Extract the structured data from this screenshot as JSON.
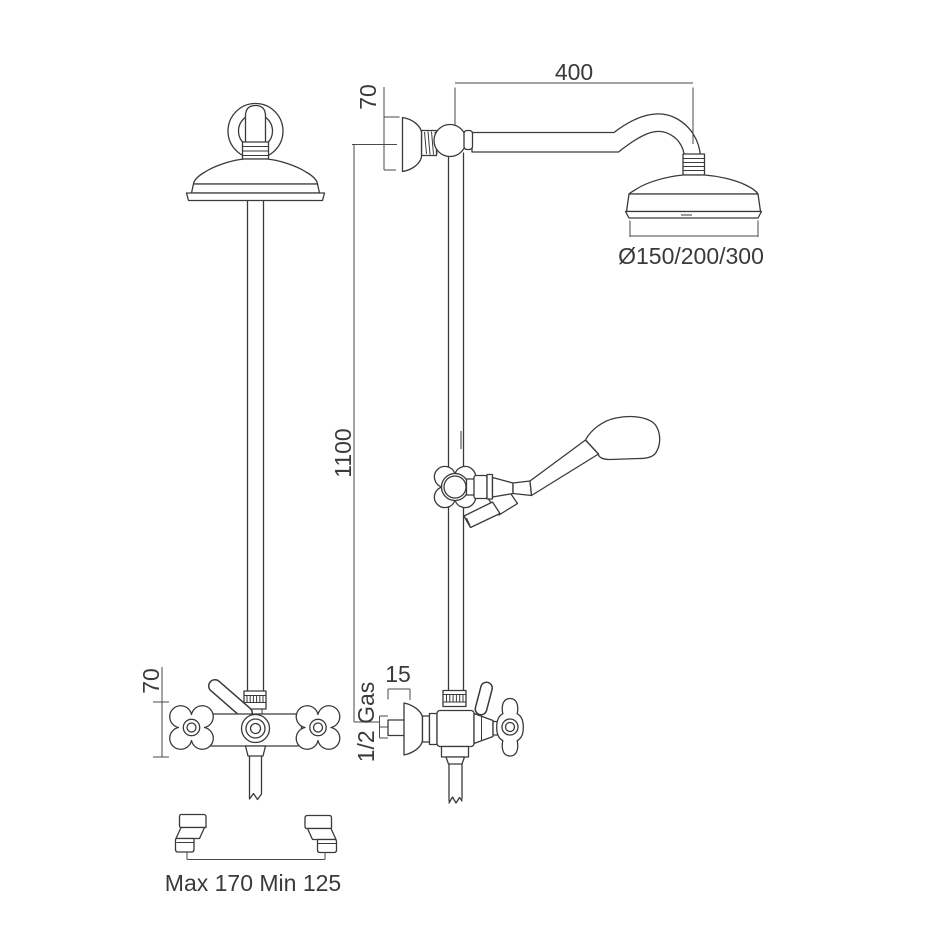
{
  "drawing": {
    "title": "shower-column-technical-drawing",
    "colors": {
      "line": "#3a3a3a",
      "dimension": "#4a4a4a",
      "background": "#ffffff"
    },
    "dimensions": {
      "arm_offset": "70",
      "arm_length": "400",
      "head_diameters": "Ø150/200/300",
      "riser_height": "1100",
      "wall_stub": "15",
      "thread_size": "1/2 Gas",
      "valve_height": "70",
      "inlet_centers": "Max 170 Min 125"
    }
  }
}
